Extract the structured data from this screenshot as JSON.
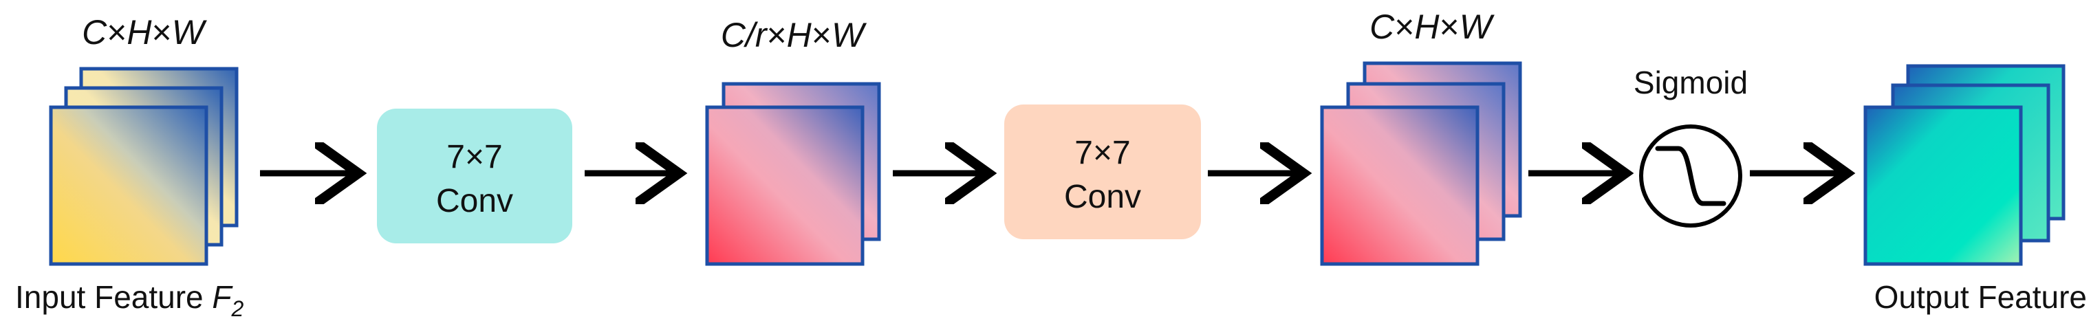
{
  "input_block": {
    "dims": {
      "c": "C",
      "h": "H",
      "w": "W",
      "sep": "×"
    },
    "caption": "Input Feature ",
    "caption_symbol": "F",
    "caption_sub": "2",
    "colors": [
      "#ffd84a",
      "#2f63b5"
    ]
  },
  "conv1": {
    "line1": "7×7",
    "line2": "Conv",
    "fill": "#a8ece8"
  },
  "mid_block": {
    "dims": {
      "c": "C/r",
      "h": "H",
      "w": "W",
      "sep": "×"
    },
    "colors": [
      "#ff3b52",
      "#3d62bb"
    ]
  },
  "conv2": {
    "line1": "7×7",
    "line2": "Conv",
    "fill": "#fed6bf"
  },
  "att_block": {
    "dims": {
      "c": "C",
      "h": "H",
      "w": "W",
      "sep": "×"
    },
    "colors": [
      "#ff3b52",
      "#3d62bb"
    ]
  },
  "sigmoid": {
    "label": "Sigmoid"
  },
  "output_block": {
    "caption": "Output Feature",
    "colors": [
      "#00e0c6",
      "#1e62b8"
    ]
  },
  "border_color": "#1e4fa6"
}
